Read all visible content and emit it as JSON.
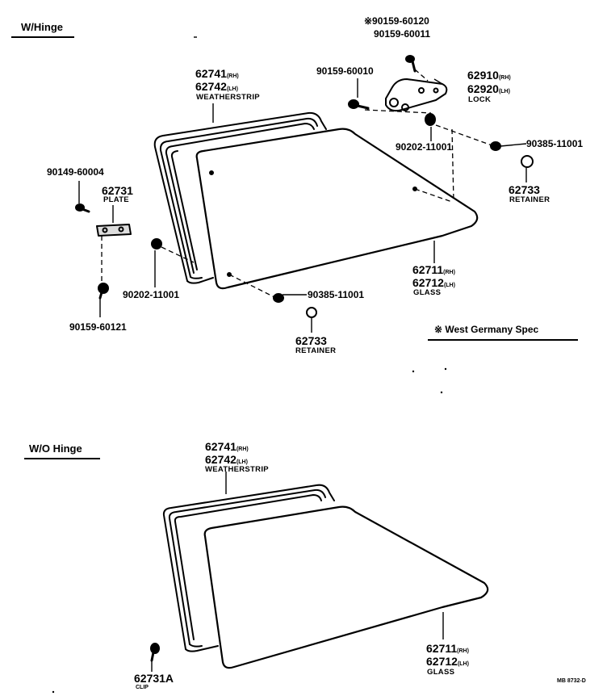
{
  "sections": {
    "with_hinge": "W/Hinge",
    "without_hinge": "W/O Hinge"
  },
  "labels": {
    "star_part": "※90159-60120",
    "p90159_60011": "90159-60011",
    "p90159_60010": "90159-60010",
    "lock_rh": "62910",
    "lock_lh": "62920",
    "lock_name": "LOCK",
    "ws_rh": "62741",
    "ws_lh": "62742",
    "ws_name": "WEATHERSTRIP",
    "p90202_top": "90202-11001",
    "p90385_top": "90385-11001",
    "ret_top_num": "62733",
    "ret_top_name": "RETAINER",
    "p90149": "90149-60004",
    "plate_num": "62731",
    "plate_name": "PLATE",
    "p90202_left": "90202-11001",
    "p90385_bottom": "90385-11001",
    "ret_bottom_num": "62733",
    "ret_bottom_name": "RETAINER",
    "p90159_60121": "90159-60121",
    "glass_rh": "62711",
    "glass_lh": "62712",
    "glass_name": "GLASS",
    "west_germany": "※ West Germany Spec",
    "rh": "(RH)",
    "lh": "(LH)",
    "ws2_rh": "62741",
    "ws2_lh": "62742",
    "ws2_name": "WEATHERSTRIP",
    "glass2_rh": "62711",
    "glass2_lh": "62712",
    "glass2_name": "GLASS",
    "clip_num": "62731A",
    "clip_name": "CLIP",
    "figure_id": "MB 8732-D"
  }
}
